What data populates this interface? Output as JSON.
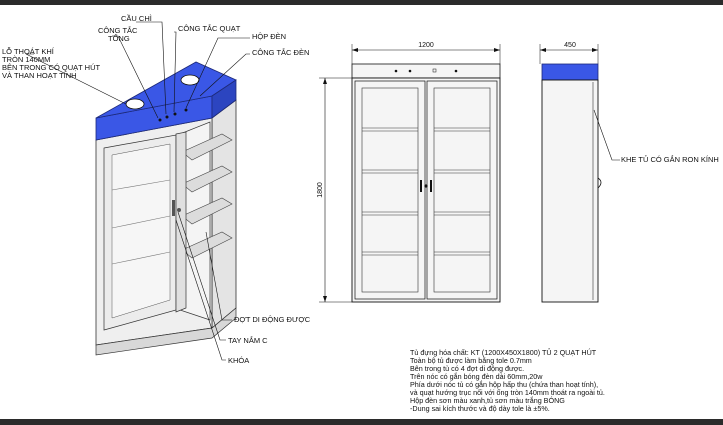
{
  "labels": {
    "cau_chi": "CẦU CHÌ",
    "cong_tac_tong_1": "CÔNG TẮC",
    "cong_tac_tong_2": "TỔNG",
    "cong_tac_quat": "CÔNG TẮC QUẠT",
    "hop_den": "HỘP ĐÈN",
    "cong_tac_den": "CÔNG TẮC ĐÈN",
    "lo_thoat_khi_1": "LỖ THOÁT KHÍ",
    "lo_thoat_khi_2": "TRÒN 140MM",
    "lo_thoat_khi_3": "BÊN TRONG CÓ QUẠT HÚT",
    "lo_thoat_khi_4": "VÀ THAN HOẠT TÍNH",
    "dot_di_dong": "ĐỢT DI ĐỘNG ĐƯỢC",
    "tay_nam": "TAY NẮM C",
    "khoa": "KHÓA",
    "khe_tu": "KHE TỦ CÓ GẮN RON KÍNH"
  },
  "dimensions": {
    "width": "1200",
    "depth": "450",
    "height": "1800"
  },
  "notes": [
    "Tủ đựng hóa chất: KT (1200X450X1800) TỦ 2 QUẠT HÚT",
    "Toàn bộ tủ được làm bằng tole 0.7mm",
    "Bên trong tủ có 4 đợt di động được.",
    "Trên nóc có gắn bóng đèn dài 60mm,20w",
    "Phía dưới nóc tủ có gắn hộp hấp thu (chứa than hoạt tính),",
    "và quạt hướng trục nối với ống tròn 140mm thoát ra ngoài tủ.",
    "Hộp đèn sơn màu xanh,tủ sơn màu trắng BÓNG",
    "-Dung sai kích thước và độ dày tole là ±5%."
  ],
  "colors": {
    "lamp_box": "#3a57e6",
    "body": "#ececec",
    "frame": "#2b2b2b"
  }
}
